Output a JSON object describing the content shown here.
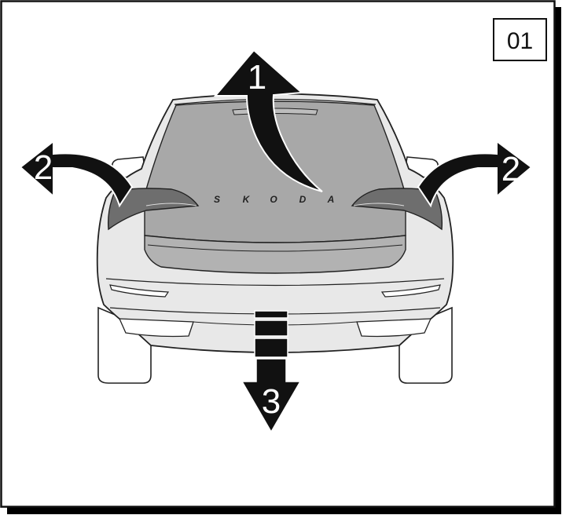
{
  "figure": {
    "step_number": "01",
    "brand_text": [
      "S",
      "K",
      "O",
      "D",
      "A"
    ]
  },
  "callouts": {
    "tailgate": "1",
    "left_light": "2",
    "right_light": "2",
    "bumper": "3"
  },
  "colors": {
    "frame": "#111111",
    "frame_shadow": "#000000",
    "body": "#e8e8e8",
    "glass": "#a8a8a8",
    "lights": "#6e6e6e",
    "arrow": "#111111"
  }
}
